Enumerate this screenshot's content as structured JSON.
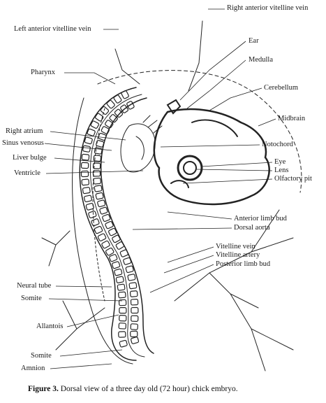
{
  "labels": {
    "right_anterior_vitelline_vein": "Right anterior vitelline vein",
    "left_anterior_vitelline_vein": "Left anterior vitelline vein",
    "ear": "Ear",
    "medulla": "Medulla",
    "pharynx": "Pharynx",
    "cerebellum": "Cerebellum",
    "midbrain": "Midbrain",
    "right_atrium": "Right atrium",
    "sinus_venosus": "Sinus venosus",
    "liver_bulge": "Liver bulge",
    "notochord": "Notochord",
    "ventricle": "Ventricle",
    "eye": "Eye",
    "lens": "Lens",
    "olfactory_pit": "Olfactory pit",
    "anterior_limb_bud": "Anterior limb bud",
    "dorsal_aorta": "Dorsal aorta",
    "vitelline_vein": "Vitelline vein",
    "vitelline_artery": "Vitelline artery",
    "posterior_limb_bud": "Posterior limb bud",
    "neural_tube": "Neural tube",
    "somite_upper": "Somite",
    "allantois": "Allantois",
    "somite_lower": "Somite",
    "amnion": "Amnion"
  },
  "caption": {
    "figure": "Figure 3.",
    "text": "Dorsal view of a three day old (72 hour) chick embryo."
  }
}
